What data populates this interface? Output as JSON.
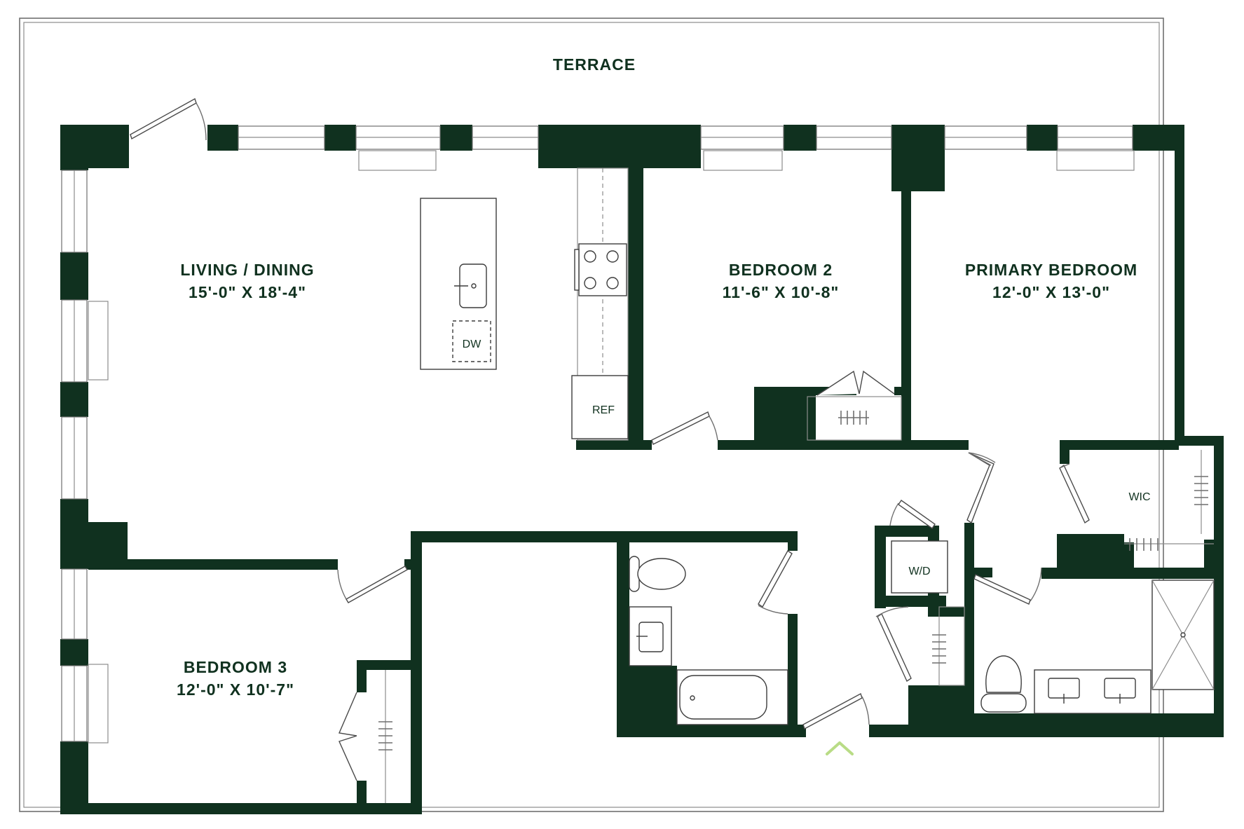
{
  "rooms": {
    "terrace": {
      "name": "TERRACE"
    },
    "living": {
      "name": "LIVING / DINING",
      "size": "15'-0\" X 18'-4\""
    },
    "bedroom2": {
      "name": "BEDROOM 2",
      "size": "11'-6\" X 10'-8\""
    },
    "primary": {
      "name": "PRIMARY BEDROOM",
      "size": "12'-0\" X 13'-0\""
    },
    "bedroom3": {
      "name": "BEDROOM 3",
      "size": "12'-0\" X 10'-7\""
    }
  },
  "fixtures": {
    "dishwasher": "DW",
    "refrigerator": "REF",
    "washer_dryer": "W/D",
    "walk_in_closet": "WIC"
  },
  "colors": {
    "wall": "#10311f",
    "entry_marker": "#b9dc86"
  }
}
